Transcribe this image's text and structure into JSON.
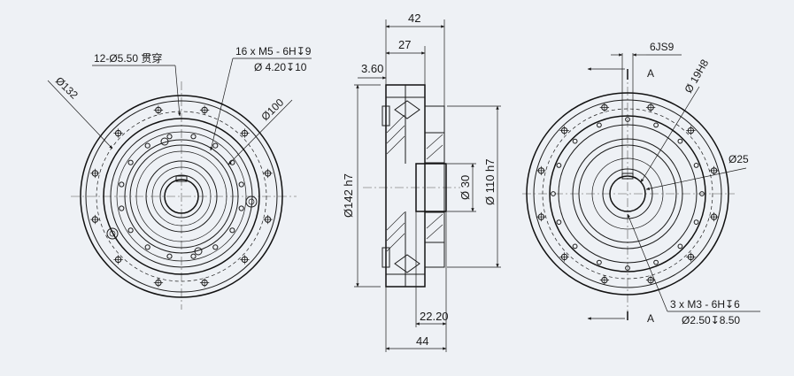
{
  "front_view": {
    "callout_holes_through": "12-Ø5.50 贯穿",
    "callout_tapped_top": "16 x  M5 - 6H↧9",
    "callout_tapped_bottom": "Ø 4.20↧10",
    "dim_outer": "Ø132",
    "dim_pcd": "Ø100"
  },
  "section_view": {
    "dim_42": "42",
    "dim_27": "27",
    "dim_3_60": "3.60",
    "dim_142": "Ø142 h7",
    "dim_30": "Ø 30",
    "dim_110": "Ø 110 h7",
    "dim_22_20": "22.20",
    "dim_44": "44"
  },
  "rear_view": {
    "keyway": "6JS9",
    "bore": "Ø 19H8",
    "hub": "Ø25",
    "section_mark_top": "A",
    "section_mark_bottom": "A",
    "callout_tapped_top": "3 x  M3 - 6H↧6",
    "callout_tapped_bottom": "Ø2.50↧8.50"
  },
  "colors": {
    "background": "#eef1f5",
    "line": "#1a1a1a"
  }
}
